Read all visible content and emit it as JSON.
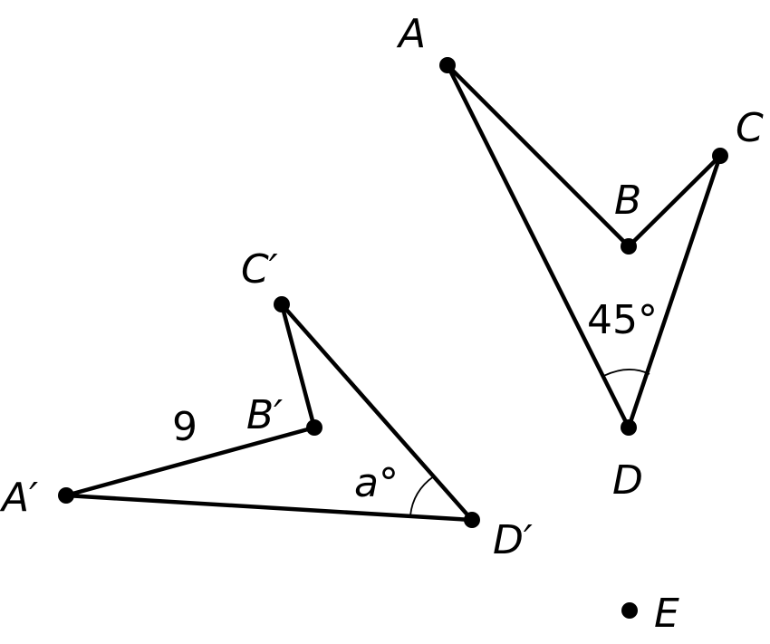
{
  "figure_original": {
    "vertices": {
      "A": "A",
      "B": "B",
      "C": "C",
      "D": "D"
    },
    "angle_D_label": "45°"
  },
  "figure_image": {
    "vertices": {
      "A_prime": "A′",
      "B_prime": "B′",
      "C_prime": "C′",
      "D_prime": "D′"
    },
    "side_A_prime_B_prime_label": "9",
    "angle_D_prime_label": "a°"
  },
  "point_E_label": "E",
  "colors": {
    "stroke": "#000000",
    "background": "#ffffff"
  }
}
